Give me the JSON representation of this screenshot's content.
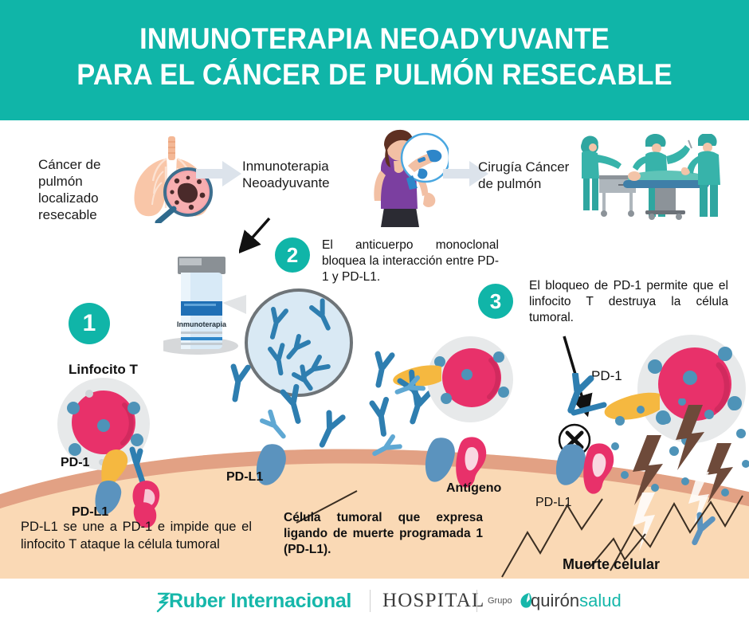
{
  "header": {
    "line1": "INMUNOTERAPIA NEOADYUVANTE",
    "line2": "PARA EL CÁNCER DE PULMÓN RESECABLE",
    "bg_color": "#10B5A8",
    "text_color": "#FFFFFF"
  },
  "flow": {
    "step1_label": "Cáncer de\npulmón\nlocalizado\nresecable",
    "step1_label_lines": [
      "Cáncer de",
      "pulmón",
      "localizado",
      "resecable"
    ],
    "step2_label_lines": [
      "Inmunoterapia",
      "Neoadyuvante"
    ],
    "step3_label_lines": [
      "Cirugía Cáncer",
      "de pulmón"
    ],
    "arrow1_name": "arrow-right",
    "arrow2_name": "arrow-right"
  },
  "steps": [
    {
      "number": "1",
      "text": "",
      "badge_color": "#10B5A8"
    },
    {
      "number": "2",
      "text": "El anticuerpo monoclonal bloquea la interacción entre PD-1 y  PD-L1.",
      "badge_color": "#10B5A8"
    },
    {
      "number": "3",
      "text": "El bloqueo de PD-1 permite que el linfocito T destruya la célula tumoral.",
      "badge_color": "#10B5A8"
    }
  ],
  "labels": {
    "linfocito_t": "Linfocito T",
    "pd1_left": "PD-1",
    "pdl1_left": "PD-L1",
    "pdl1_center": "PD-L1",
    "antigeno": "Antígeno",
    "pd1_right": "PD-1",
    "pdl1_right": "PD-L1",
    "muerte_celular": "Muerte celular",
    "vial_label": "Inmunoterapia"
  },
  "body_text": {
    "left": "PD-L1 se une a PD-1 e impide que el linfocito T ataque la célula tumoral",
    "center": "Célula tumoral que expresa ligando de muerte programada 1 (PD-L1)."
  },
  "footer": {
    "ruber": "Ruber Internacional",
    "hospital": "HOSPITAL",
    "grupo": "Grupo",
    "quiron": "quirón",
    "salud": "salud",
    "brand_teal": "#16B7AA"
  },
  "palette": {
    "teal": "#10B5A8",
    "antibody_blue": "#2E7EB0",
    "antibody_blue_light": "#5FA8D3",
    "cell_pink": "#E8316A",
    "cell_gray": "#E4E6E8",
    "membrane_dark": "#E2A184",
    "membrane_light": "#FAD9B5",
    "pd1_yellow": "#F5B840",
    "pdl1_pink": "#E8316A",
    "antigen_blue": "#5B93BE",
    "bolt_brown": "#6E4A3A",
    "arrow_gray": "#DDE3EA"
  }
}
